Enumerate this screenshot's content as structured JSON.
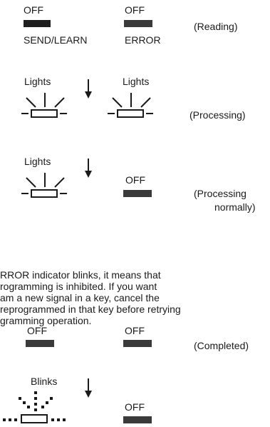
{
  "row1": {
    "left_state": "OFF",
    "left_label": "SEND/LEARN",
    "right_state": "OFF",
    "right_label": "ERROR",
    "caption": "(Reading)"
  },
  "row2": {
    "left_state": "Lights",
    "right_state": "Lights",
    "caption": "(Processing)"
  },
  "row3": {
    "left_state": "Lights",
    "right_state": "OFF",
    "caption_line1": "(Processing",
    "caption_line2": "normally)"
  },
  "paragraph": [
    "RROR indicator blinks, it means that",
    "rogramming is inhibited. If you want",
    "am a new signal in a key, cancel the",
    "reprogrammed in that key before retrying",
    "gramming operation."
  ],
  "row4": {
    "left_state": "OFF",
    "right_state": "OFF",
    "caption": "(Completed)"
  },
  "row5": {
    "left_state": "Blinks",
    "right_state": "OFF"
  },
  "icons": [
    "indicator-off-icon",
    "indicator-lit-icon",
    "indicator-blinking-icon",
    "arrow-down-icon"
  ]
}
